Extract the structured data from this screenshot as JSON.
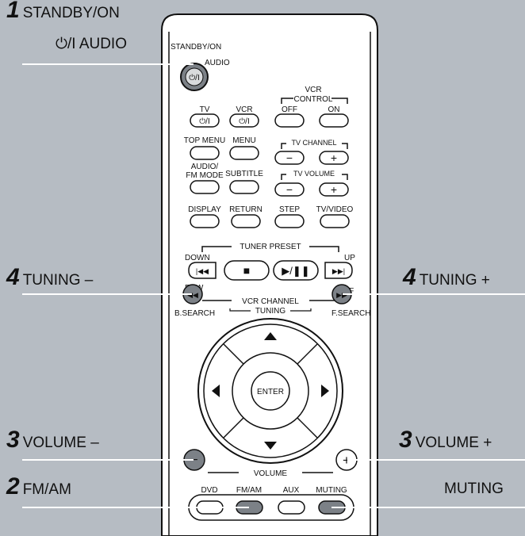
{
  "callouts": {
    "standby": {
      "num": "1",
      "line1": "STANDBY/ON",
      "line2": "⏻/I AUDIO"
    },
    "tuning_minus": {
      "num": "4",
      "label": "TUNING –"
    },
    "tuning_plus": {
      "num": "4",
      "label": "TUNING +"
    },
    "volume_minus": {
      "num": "3",
      "label": "VOLUME –"
    },
    "volume_plus": {
      "num": "3",
      "label": "VOLUME +"
    },
    "fmam": {
      "num": "2",
      "label": "FM/AM"
    },
    "muting": {
      "label": "MUTING"
    }
  },
  "remote": {
    "standby_label": "STANDBY/ON",
    "audio_label": "AUDIO",
    "power_glyph": "⏻/I",
    "vcr_control": "VCR",
    "control_label": "CONTROL",
    "tv": "TV",
    "vcr": "VCR",
    "off": "OFF",
    "on": "ON",
    "top_menu": "TOP MENU",
    "menu": "MENU",
    "tv_channel": "TV CHANNEL",
    "audio_fm": "AUDIO/",
    "fm_mode": "FM MODE",
    "subtitle": "SUBTITLE",
    "tv_volume": "TV VOLUME",
    "minus": "−",
    "plus": "+",
    "display": "DISPLAY",
    "return": "RETURN",
    "step": "STEP",
    "tv_video": "TV/VIDEO",
    "tuner_preset": "TUNER PRESET",
    "down": "DOWN",
    "up": "UP",
    "rew": "REW",
    "ff": "FF",
    "vcr_channel": "VCR CHANNEL",
    "tuning": "TUNING",
    "b_search": "B.SEARCH",
    "f_search": "F.SEARCH",
    "enter": "ENTER",
    "volume": "VOLUME",
    "dvd": "DVD",
    "fm_am": "FM/AM",
    "aux": "AUX",
    "muting": "MUTING",
    "stop_glyph": "■",
    "play_glyph": "▶/❚❚",
    "skip_back_glyph": "|◀◀",
    "skip_fwd_glyph": "▶▶|",
    "rew_glyph": "◀◀",
    "ff_glyph": "▶▶"
  }
}
